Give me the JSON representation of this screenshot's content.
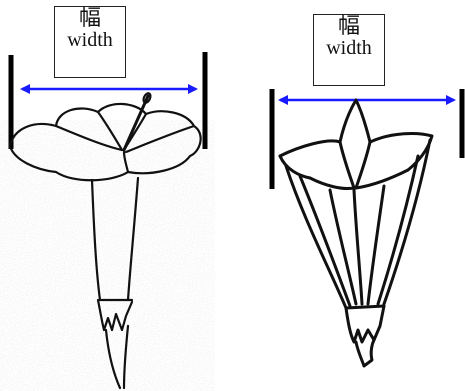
{
  "labels": {
    "left": {
      "jp": "幅",
      "en": "width"
    },
    "right": {
      "jp": "幅",
      "en": "width"
    }
  },
  "colors": {
    "arrow": "#1a1aff",
    "outline": "#111111",
    "marker": "#000000"
  }
}
